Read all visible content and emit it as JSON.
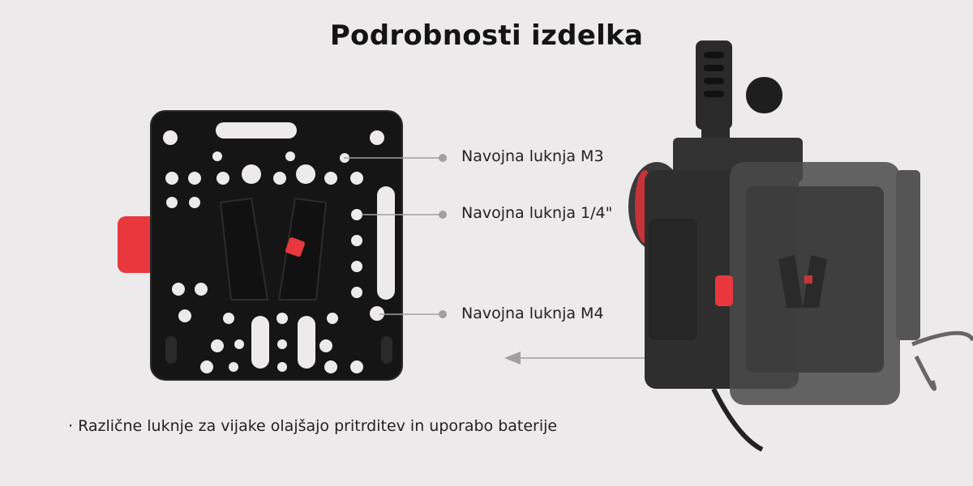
{
  "title": "Podrobnosti izdelka",
  "callouts": [
    {
      "label": "Navojna luknja M3"
    },
    {
      "label": "Navojna luknja 1/4\""
    },
    {
      "label": "Navojna luknja M4"
    }
  ],
  "bullet": "· Različne luknje za vijake olajšajo pritrditev in uporabo baterije",
  "colors": {
    "background": "#eceaeb",
    "plate": "#141414",
    "accent_red": "#e8383d",
    "line_gray": "#9a9a9a"
  }
}
